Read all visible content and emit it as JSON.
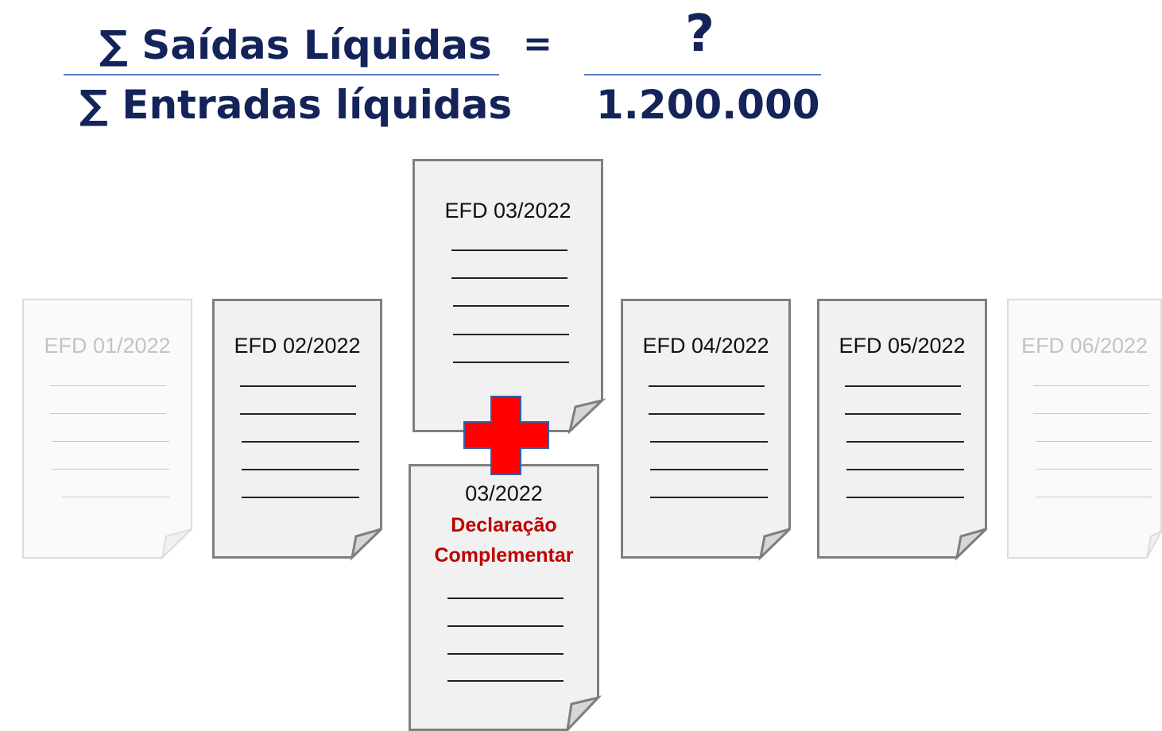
{
  "formula": {
    "numerator": "∑ Saídas Líquidas",
    "denominator": "∑ Entradas líquidas",
    "equals": "=",
    "result_numerator": "?",
    "result_denominator": "1.200.000"
  },
  "documents": [
    {
      "label": "EFD 01/2022"
    },
    {
      "label": "EFD 02/2022"
    },
    {
      "label": "EFD 03/2022"
    },
    {
      "label": "EFD 04/2022"
    },
    {
      "label": "EFD 05/2022"
    },
    {
      "label": "EFD 06/2022"
    }
  ],
  "complementary": {
    "period": "03/2022",
    "line1": "Declaração",
    "line2": "Complementar"
  },
  "colors": {
    "formula_text": "#14245a",
    "fraction_line": "#5a7cc0",
    "plus_fill": "#ff0000",
    "plus_stroke": "#3a5ea8",
    "complementary_text": "#c00000"
  },
  "icons": [
    "document-icon",
    "plus-icon"
  ]
}
